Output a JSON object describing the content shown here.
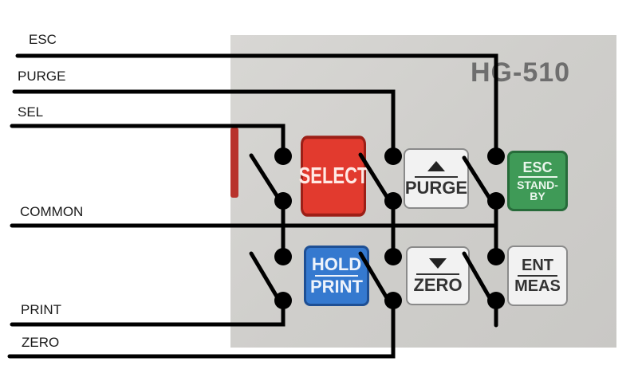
{
  "panel": {
    "model": "HG-510"
  },
  "wire_labels": {
    "esc": "ESC",
    "purge": "PURGE",
    "sel": "SEL",
    "common": "COMMON",
    "print": "PRINT",
    "zero": "ZERO"
  },
  "keys": {
    "select": {
      "label": "SELECT",
      "color": "#e23a2e"
    },
    "purge": {
      "label": "PURGE",
      "icon": "up-triangle-icon",
      "color": "#f2f2f2"
    },
    "esc": {
      "line1": "ESC",
      "line2": "STAND-BY",
      "color": "#3f9a57"
    },
    "hold": {
      "line1": "HOLD",
      "line2": "PRINT",
      "color": "#3579cf"
    },
    "zero": {
      "label": "ZERO",
      "icon": "down-triangle-icon",
      "color": "#f2f2f2"
    },
    "ent": {
      "line1": "ENT",
      "line2": "MEAS",
      "color": "#f2f2f2"
    }
  },
  "colors": {
    "wire": "#000000",
    "panel": "#d3d2cf"
  }
}
